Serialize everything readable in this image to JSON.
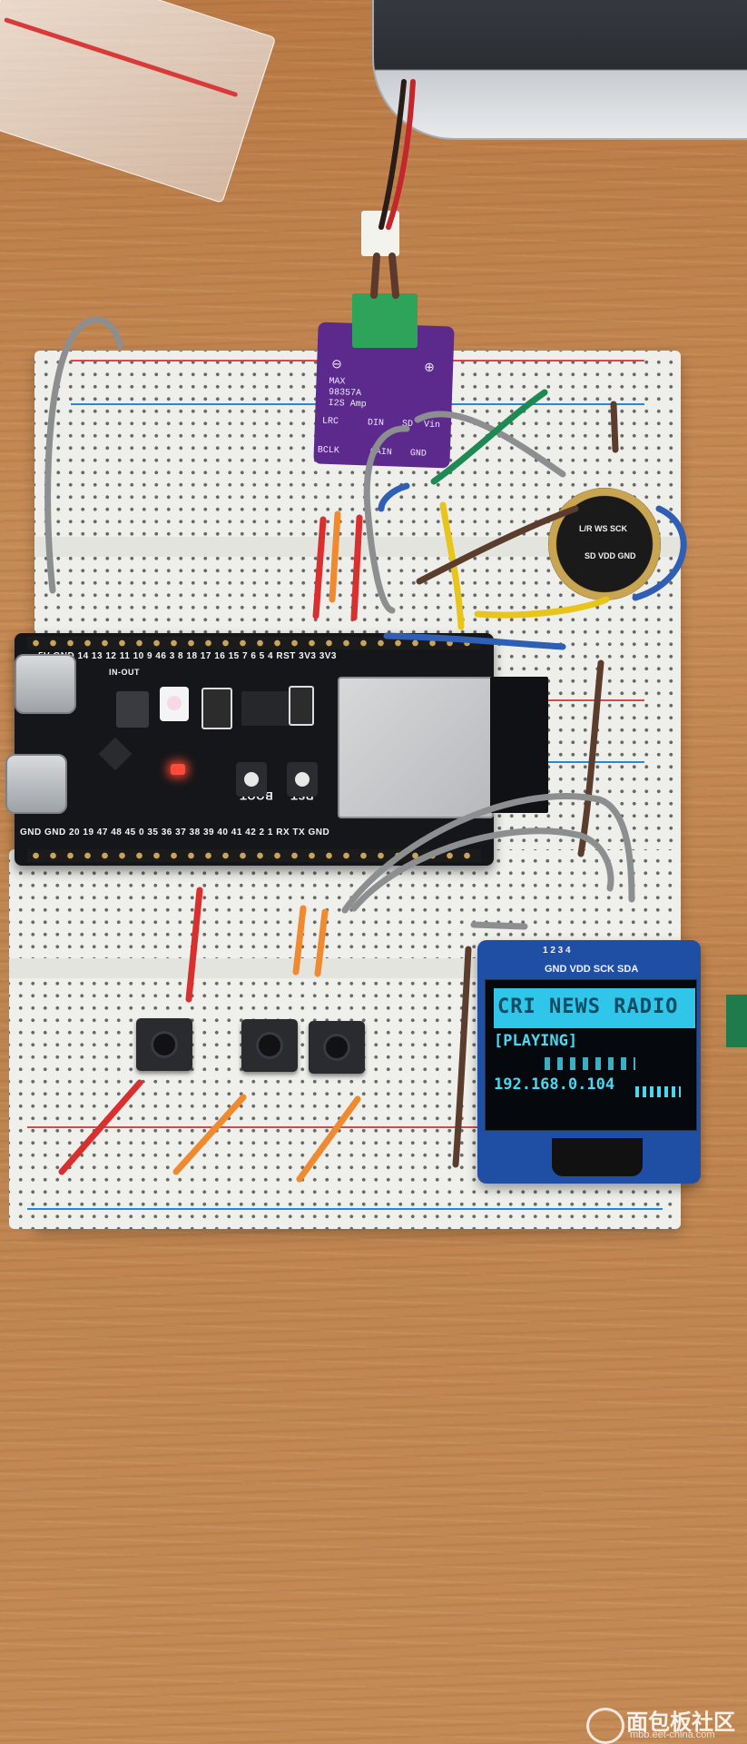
{
  "amp_board": {
    "pin_top_left": "⊖",
    "pin_top_right": "⊕",
    "model_line1": "MAX",
    "model_line2": "98357A",
    "model_line3": "I2S Amp",
    "pin_lrc": "LRC",
    "pin_din": "DIN",
    "pin_sd": "SD",
    "pin_vin": "Vin",
    "pin_bclk": "BCLK",
    "pin_gain": "GAIN",
    "pin_gnd": "GND"
  },
  "esp32": {
    "top_pin_labels": "5V  GND  14  13  12  11  10  9  46  3  8  18  17  16  15  7  6  5  4  RST  3V3  3V3",
    "bottom_pin_labels": "GND  GND  20  19  47  48  45  0  35  36  37  38  39  40  41  42  2  1  RX  TX  GND",
    "in_out_label": "IN-OUT",
    "boot_label": "BOOT",
    "rst_label": "RST"
  },
  "mic": {
    "label_top": "L/R  WS  SCK",
    "label_bottom": "SD  VDD  GND"
  },
  "oled": {
    "pin_labels": "GND VDD SCK SDA",
    "pin_numbers": "1  2  3  4",
    "title_line": "CRI NEWS RADIO",
    "status_line": "[PLAYING]",
    "ip_line": "192.168.0.104",
    "colors": {
      "text": "#48d8f0",
      "bar": "#2fc6ea"
    }
  },
  "watermark": {
    "text": "面包板社区",
    "sub": "mbb.eet-china.com"
  },
  "colors": {
    "breadboard": "#eeeeea",
    "esp_board": "#15161a",
    "amp_board": "#5b2a8c",
    "oled_board": "#1f4fa5",
    "wood": "#c48a56"
  }
}
